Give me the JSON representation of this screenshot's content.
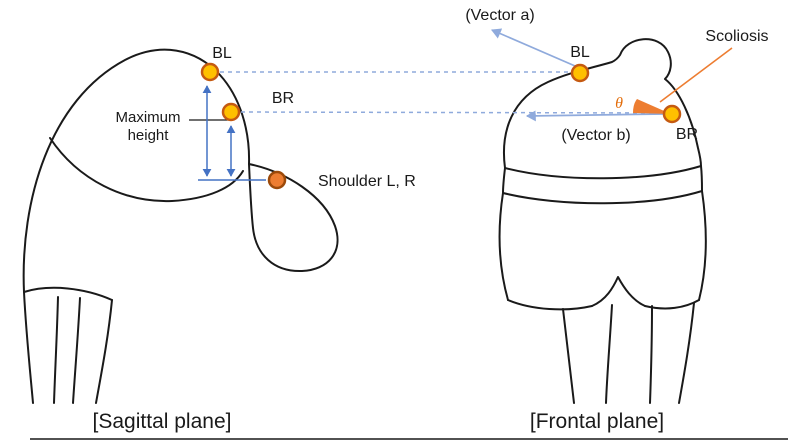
{
  "diagram": {
    "sagittal": {
      "caption": "[Sagittal plane]",
      "bl_label": "BL",
      "br_label": "BR",
      "max_height_line1": "Maximum",
      "max_height_line2": "height",
      "shoulder_label": "Shoulder L, R"
    },
    "frontal": {
      "caption": "[Frontal plane]",
      "vector_a_label": "(Vector a)",
      "vector_b_label": "(Vector b)",
      "bl_label": "BL",
      "br_label": "BR",
      "theta_label": "θ",
      "scoliosis_label": "Scoliosis"
    },
    "colors": {
      "marker_fill_yellow": "#FFC000",
      "marker_stroke_orange": "#C55A11",
      "shoulder_marker_fill": "#ED7D31",
      "measure_arrow_blue": "#4472C4",
      "vector_dash_blue": "#8FAADC",
      "accent_orange": "#ED7D31",
      "outline_black": "#1A1A1A"
    }
  }
}
